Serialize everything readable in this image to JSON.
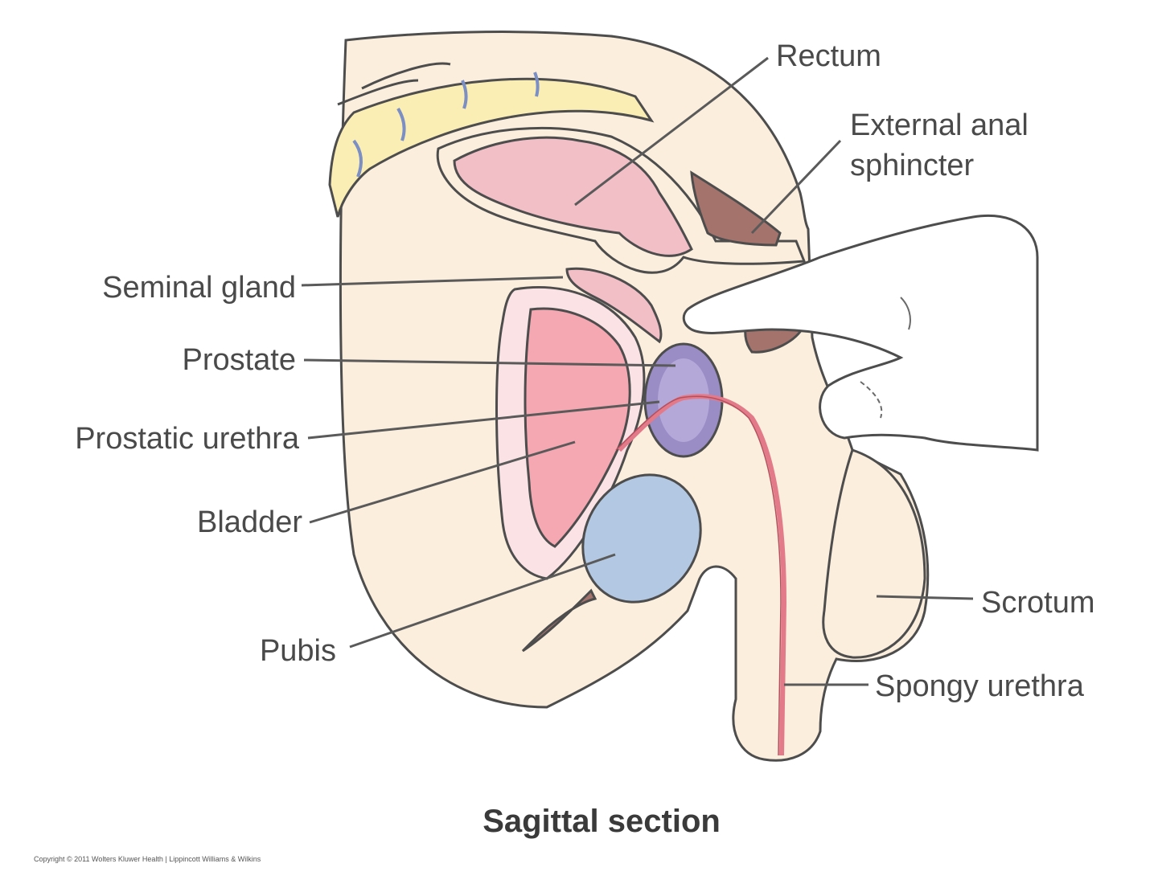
{
  "colors": {
    "skin": "#fbeedd",
    "bone": "#fbeeb4",
    "rectum": "#f2bfc7",
    "bladder": "#f5a7b2",
    "prostate": "#9a8cc4",
    "pubis": "#b3c8e2",
    "urethra": "#e37a8a",
    "muscle": "#a4736c",
    "glove": "#ffffff"
  },
  "labels": {
    "rectum": "Rectum",
    "external_anal_sphincter_line1": "External anal",
    "external_anal_sphincter_line2": "sphincter",
    "seminal_gland": "Seminal gland",
    "prostate": "Prostate",
    "prostatic_urethra": "Prostatic urethra",
    "bladder": "Bladder",
    "pubis": "Pubis",
    "scrotum": "Scrotum",
    "spongy_urethra": "Spongy urethra"
  },
  "caption": "Sagittal section",
  "copyright": "Copyright © 2011 Wolters Kluwer Health | Lippincott Williams & Wilkins"
}
